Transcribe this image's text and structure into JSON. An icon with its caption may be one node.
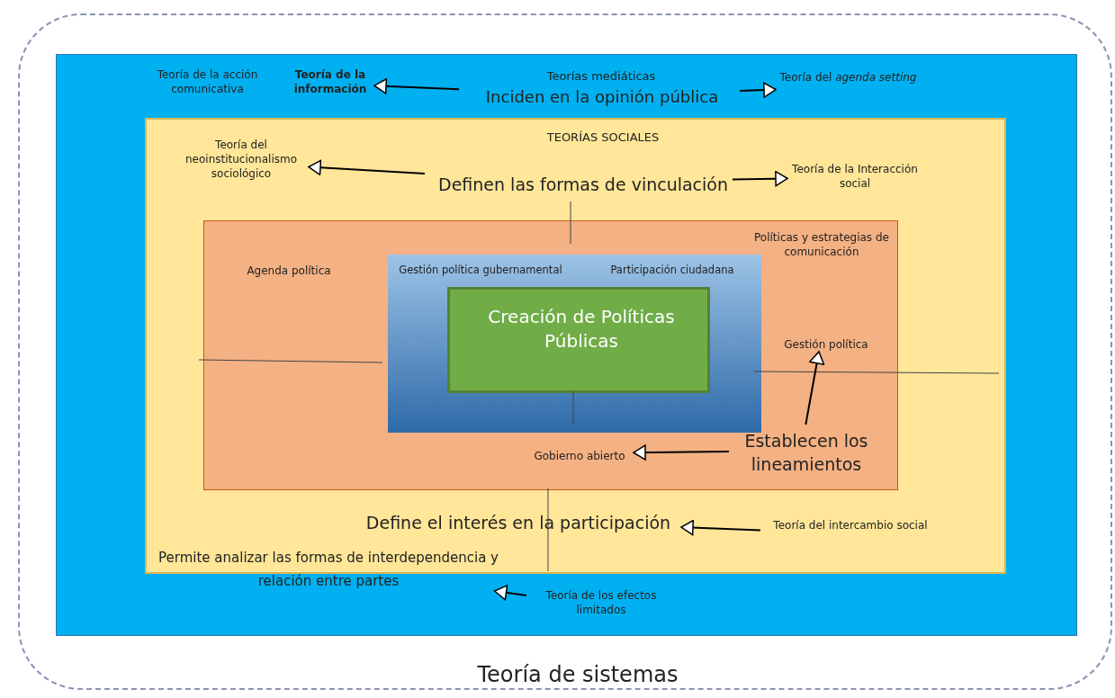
{
  "diagram": {
    "nodes": [
      {
        "text": [
          "Teoría de sistemas"
        ]
      },
      {
        "text": [
          "Teorías mediáticas"
        ],
        "in": 0
      },
      {
        "text": [
          "Teoría de la información"
        ],
        "in": 1
      },
      {
        "text": [
          "Inciden en la opinión pública"
        ],
        "in": 1
      },
      {
        "text": [
          "Teoría del *agenda setting*"
        ],
        "in": 1
      },
      {
        "text": [
          "TEORÍAS SOCIALES"
        ],
        "in": 1
      },
      {
        "text": [
          "Teoría del neoinstitucionalismo sociológico"
        ],
        "in": 5
      },
      {
        "text": [
          "Definen las formas de vinculación"
        ],
        "in": 5
      },
      {
        "text": [
          "Teoría de la Interacción social"
        ],
        "in": 5
      },
      {
        "text": [],
        "shape": "box",
        "in": 5
      },
      {
        "text": [
          "Gestión política gubernamental",
          "Participación ciudadana"
        ],
        "in": 9
      },
      {
        "text": [
          "Creación de Políticas Públicas"
        ],
        "in": 10
      },
      {
        "text": [
          "Gestión política"
        ],
        "in": 9
      },
      {
        "text": [
          "Gobierno abierto"
        ],
        "in": 9
      },
      {
        "text": [
          "Establecen los lineamientos"
        ],
        "in": 9
      },
      {
        "text": [
          "Define el interés en la participación"
        ],
        "in": 5
      },
      {
        "text": [
          "Teoría del intercambio social"
        ],
        "in": 5
      },
      {
        "text": [
          "Permite analizar las formas de interdependencia y relación entre partes"
        ],
        "in": 1
      },
      {
        "text": [
          "Teoría de los efectos limitados"
        ],
        "in": 1
      }
    ],
    "edges": [
      {
        "from": 3,
        "to": 2,
        "arrow": "to"
      },
      {
        "from": 3,
        "to": 4,
        "arrow": "to"
      },
      {
        "from": 7,
        "to": 6,
        "arrow": "to"
      },
      {
        "from": 7,
        "to": 8,
        "arrow": "to"
      },
      {
        "from": 14,
        "to": 12,
        "arrow": "to"
      },
      {
        "from": 14,
        "to": 13,
        "arrow": "to"
      },
      {
        "from": 16,
        "to": 15,
        "arrow": "to"
      },
      {
        "from": 18,
        "to": 17,
        "arrow": "to"
      }
    ],
    "labels": [
      "Teoría de la acción comunicativa",
      "Agenda política",
      "Políticas y estrategias de comunicación"
    ]
  }
}
